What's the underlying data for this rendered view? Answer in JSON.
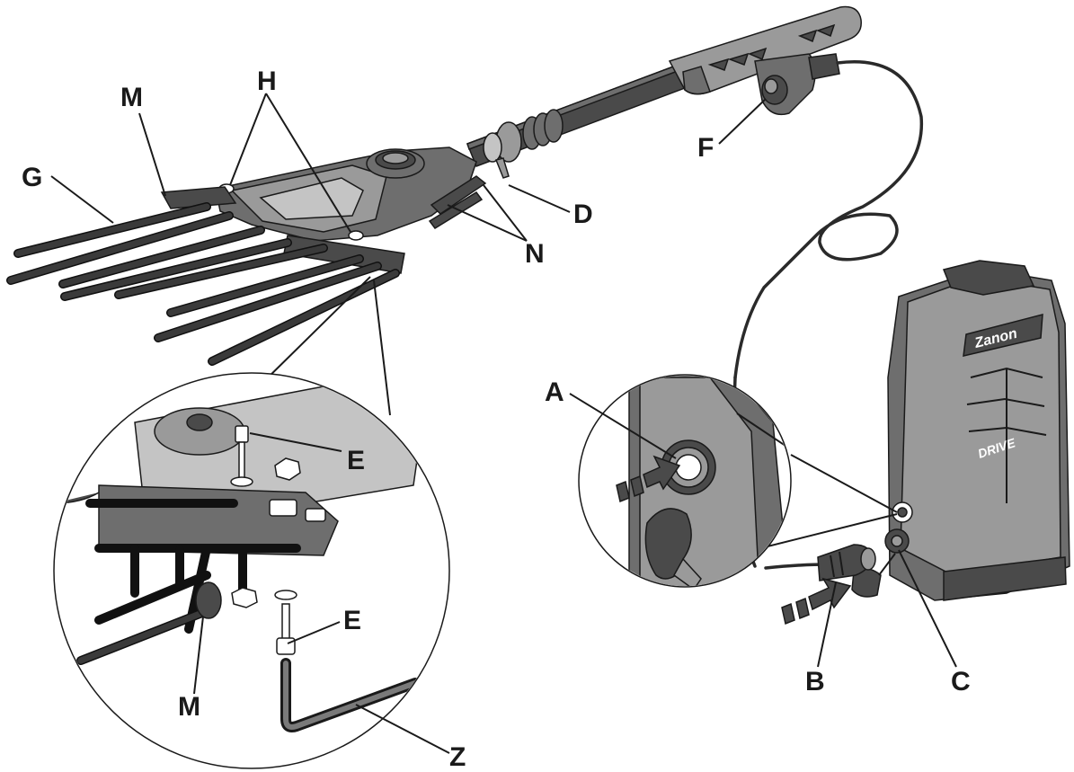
{
  "diagram": {
    "callouts": {
      "A": "A",
      "B": "B",
      "C": "C",
      "D": "D",
      "E_top": "E",
      "E_bottom": "E",
      "F": "F",
      "G": "G",
      "H": "H",
      "M_top": "M",
      "M_bottom": "M",
      "N": "N",
      "Z": "Z"
    },
    "battery_brand": "Zanon",
    "battery_model": "DRIVE"
  }
}
